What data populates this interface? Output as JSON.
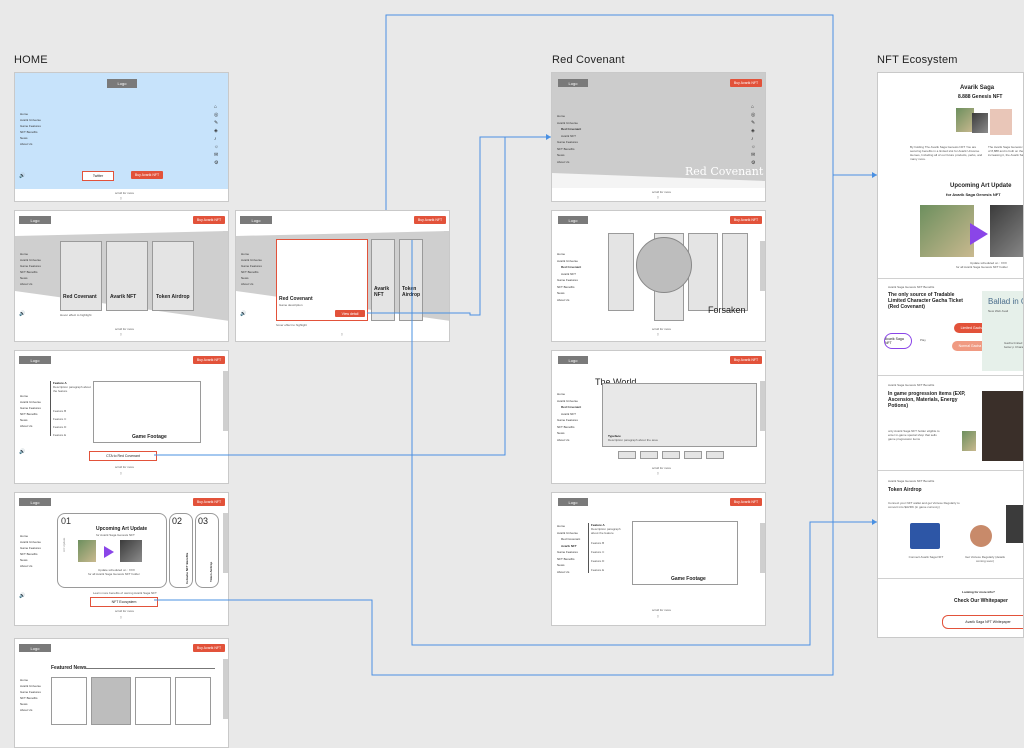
{
  "sections": {
    "home": "HOME",
    "red_covenant": "Red Covenant",
    "nft_ecosystem": "NFT Ecosystem"
  },
  "common": {
    "logo": "Logo",
    "buy": "Buy Avarik NFT",
    "scroll": "scroll for more"
  },
  "home_nav": [
    "Home",
    "Avarik Universe",
    "Game Features",
    "NFT Benefits",
    "News",
    "About Us"
  ],
  "home1": {
    "twitter": "Twitter"
  },
  "home2": {
    "card1": "Red Covenant",
    "card2": "Avarik NFT",
    "card3": "Token Airdrop",
    "hint": "Hover effect to highlight"
  },
  "home3": {
    "card1": "Red Covenant",
    "card1_desc": "Game description",
    "card2": "Avarik NFT",
    "card3": "Token Airdrop",
    "view": "View detail",
    "hint": "hover effect to highlight"
  },
  "home4": {
    "f1": "Feature A",
    "f1_desc": "Description paragraph about the feature",
    "f2": "Feature B",
    "f3": "Feature C",
    "f4": "Feature D",
    "f5": "Feature E",
    "footage": "Game Footage",
    "cta": "CTA to Red Covenant"
  },
  "home5": {
    "n1": "01",
    "n2": "02",
    "n3": "03",
    "title": "Upcoming Art Update",
    "subtitle": "for Avarik Saga Genesis NFT",
    "caption": "Update scheduled on : XXX",
    "caption2": "for all Avarik Saga Genesis NFT holder",
    "v1": "Art Update",
    "v2": "In-Game NFT Benefits",
    "v3": "Token Airdrop",
    "note": "Learn more benefits of owning Avarik Saga NFT",
    "cta": "NFT Ecosystem"
  },
  "home6": {
    "title": "Featured News"
  },
  "rc_nav": [
    "Home",
    "Avarik Universe",
    "Red Covenant",
    "Avarik NFT",
    "Game Features",
    "NFT Benefits",
    "News",
    "About Us"
  ],
  "rc1": {
    "brand": "Red Covenant"
  },
  "rc2": {
    "title": "Forsaken"
  },
  "rc3": {
    "title": "The World",
    "sub": "Typeface",
    "desc": "Description paragraph about the area"
  },
  "rc4": {
    "f1": "Feature A",
    "f1_desc": "Description paragraph about the feature",
    "f2": "Feature B",
    "f3": "Feature C",
    "f4": "Feature D",
    "f5": "Feature E",
    "footage": "Game Footage"
  },
  "nft1": {
    "title": "Avarik Saga",
    "subtitle": "8.888 Genesis NFT",
    "p1": "By holding The Avarik Saga Genesis NFT You are securing benefits in a limited slot for Avarik Universe Heroes, Including all of our future products, perks, and many more.",
    "p2": "The Avarik Saga Genesis NFT has a maximum supply of 8,888 and is built on the Ethereum. No plan of ever increasing it, the Avarik Saga Heroes.",
    "art_title": "Upcoming Art Update",
    "art_sub": "for Avarik Saga Genesis NFT",
    "caption": "Update scheduled on : XXX",
    "caption2": "for all Avarik Saga Genesis NFT holder"
  },
  "nft2": {
    "label": "Avarik Saga Genesis NFT Benefits",
    "title": "The only source of Tradable Limited Character Gacha Ticket (Red Covenant)",
    "holder": "Avarik Saga NFT",
    "play": "Play",
    "ticket1": "Limited Gacha Ticket",
    "ticket2": "Normal Gacha Ticket",
    "banner": "Ballad in C",
    "banner_sub": "New Web Avail",
    "gacha": "Gacha limited with better p Characters a"
  },
  "nft3": {
    "label": "Avarik Saga Genesis NFT Benefits",
    "title": "In game progression items (EXP, Ascension, Materials, Energy Potions)",
    "desc": "only Avarik Saga NFT holder eligible to enter in-game special shop that sells game progression items"
  },
  "nft4": {
    "label": "Avarik Saga Genesis NFT Benefits",
    "title": "Token Airdrop",
    "desc": "Connect your NFT wallet and get Vortexe Regularly to convert into $AVRK (in game currency)",
    "s1": "Connect Avarik Saga NFT",
    "s2": "Get Vortexe Regularly (details coming soon)"
  },
  "nft5": {
    "q": "Looking for more info?",
    "title": "Check Our Whitepaper",
    "btn": "Avarik Saga NFT Whitepaper"
  },
  "colors": {
    "accent": "#e2523a",
    "wire": "#4a90e2",
    "purple": "#8a45e8",
    "home_bg": "#c7e3fb"
  }
}
